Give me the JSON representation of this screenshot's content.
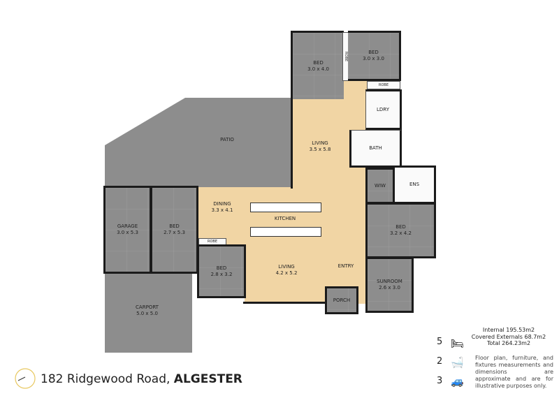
{
  "rooms": {
    "bed_nw": {
      "name": "BED",
      "size": "3.0 x 4.0"
    },
    "bed_ne": {
      "name": "BED",
      "size": "3.0 x 3.0"
    },
    "robe": "ROBE",
    "patio": {
      "name": "PATIO"
    },
    "living_main": {
      "name": "LIVING",
      "size": "3.5 x 5.8"
    },
    "ldry": {
      "name": "LDRY"
    },
    "bath": {
      "name": "BATH"
    },
    "wiw": {
      "name": "WIW"
    },
    "ens": {
      "name": "ENS"
    },
    "garage": {
      "name": "GARAGE",
      "size": "3.0 x 5.3"
    },
    "bed_w": {
      "name": "BED",
      "size": "2.7 x 5.3"
    },
    "dining": {
      "name": "DINING",
      "size": "3.3 x 4.1"
    },
    "kitchen": {
      "name": "KITCHEN"
    },
    "bed_e": {
      "name": "BED",
      "size": "3.2 x 4.2"
    },
    "bed_sw": {
      "name": "BED",
      "size": "2.8 x 3.2"
    },
    "living_south": {
      "name": "LIVING",
      "size": "4.2 x 5.2"
    },
    "entry": {
      "name": "ENTRY"
    },
    "sunroom": {
      "name": "SUNROOM",
      "size": "2.6 x 3.0"
    },
    "porch": {
      "name": "PORCH"
    },
    "carport": {
      "name": "CARPORT",
      "size": "5.0 x 5.0"
    }
  },
  "address": {
    "street": "182 Ridgewood Road,",
    "suburb": "ALGESTER"
  },
  "areas": {
    "internal": "Internal  195.53m2",
    "covered": "Covered Externals 68.7m2",
    "total": "Total 264.23m2"
  },
  "legend": [
    {
      "count": "5",
      "icon": "bed-icon"
    },
    {
      "count": "2",
      "icon": "bath-icon"
    },
    {
      "count": "3",
      "icon": "car-icon"
    }
  ],
  "disclaimer": "Floor plan, furniture, and fixtures measurements and dimensions are approximate and are for illustrative purposes only.",
  "colors": {
    "wood": "#f1d5a4",
    "tile": "#8d8d8d",
    "wall": "#1b1b1b",
    "compass": "#e8c860"
  }
}
